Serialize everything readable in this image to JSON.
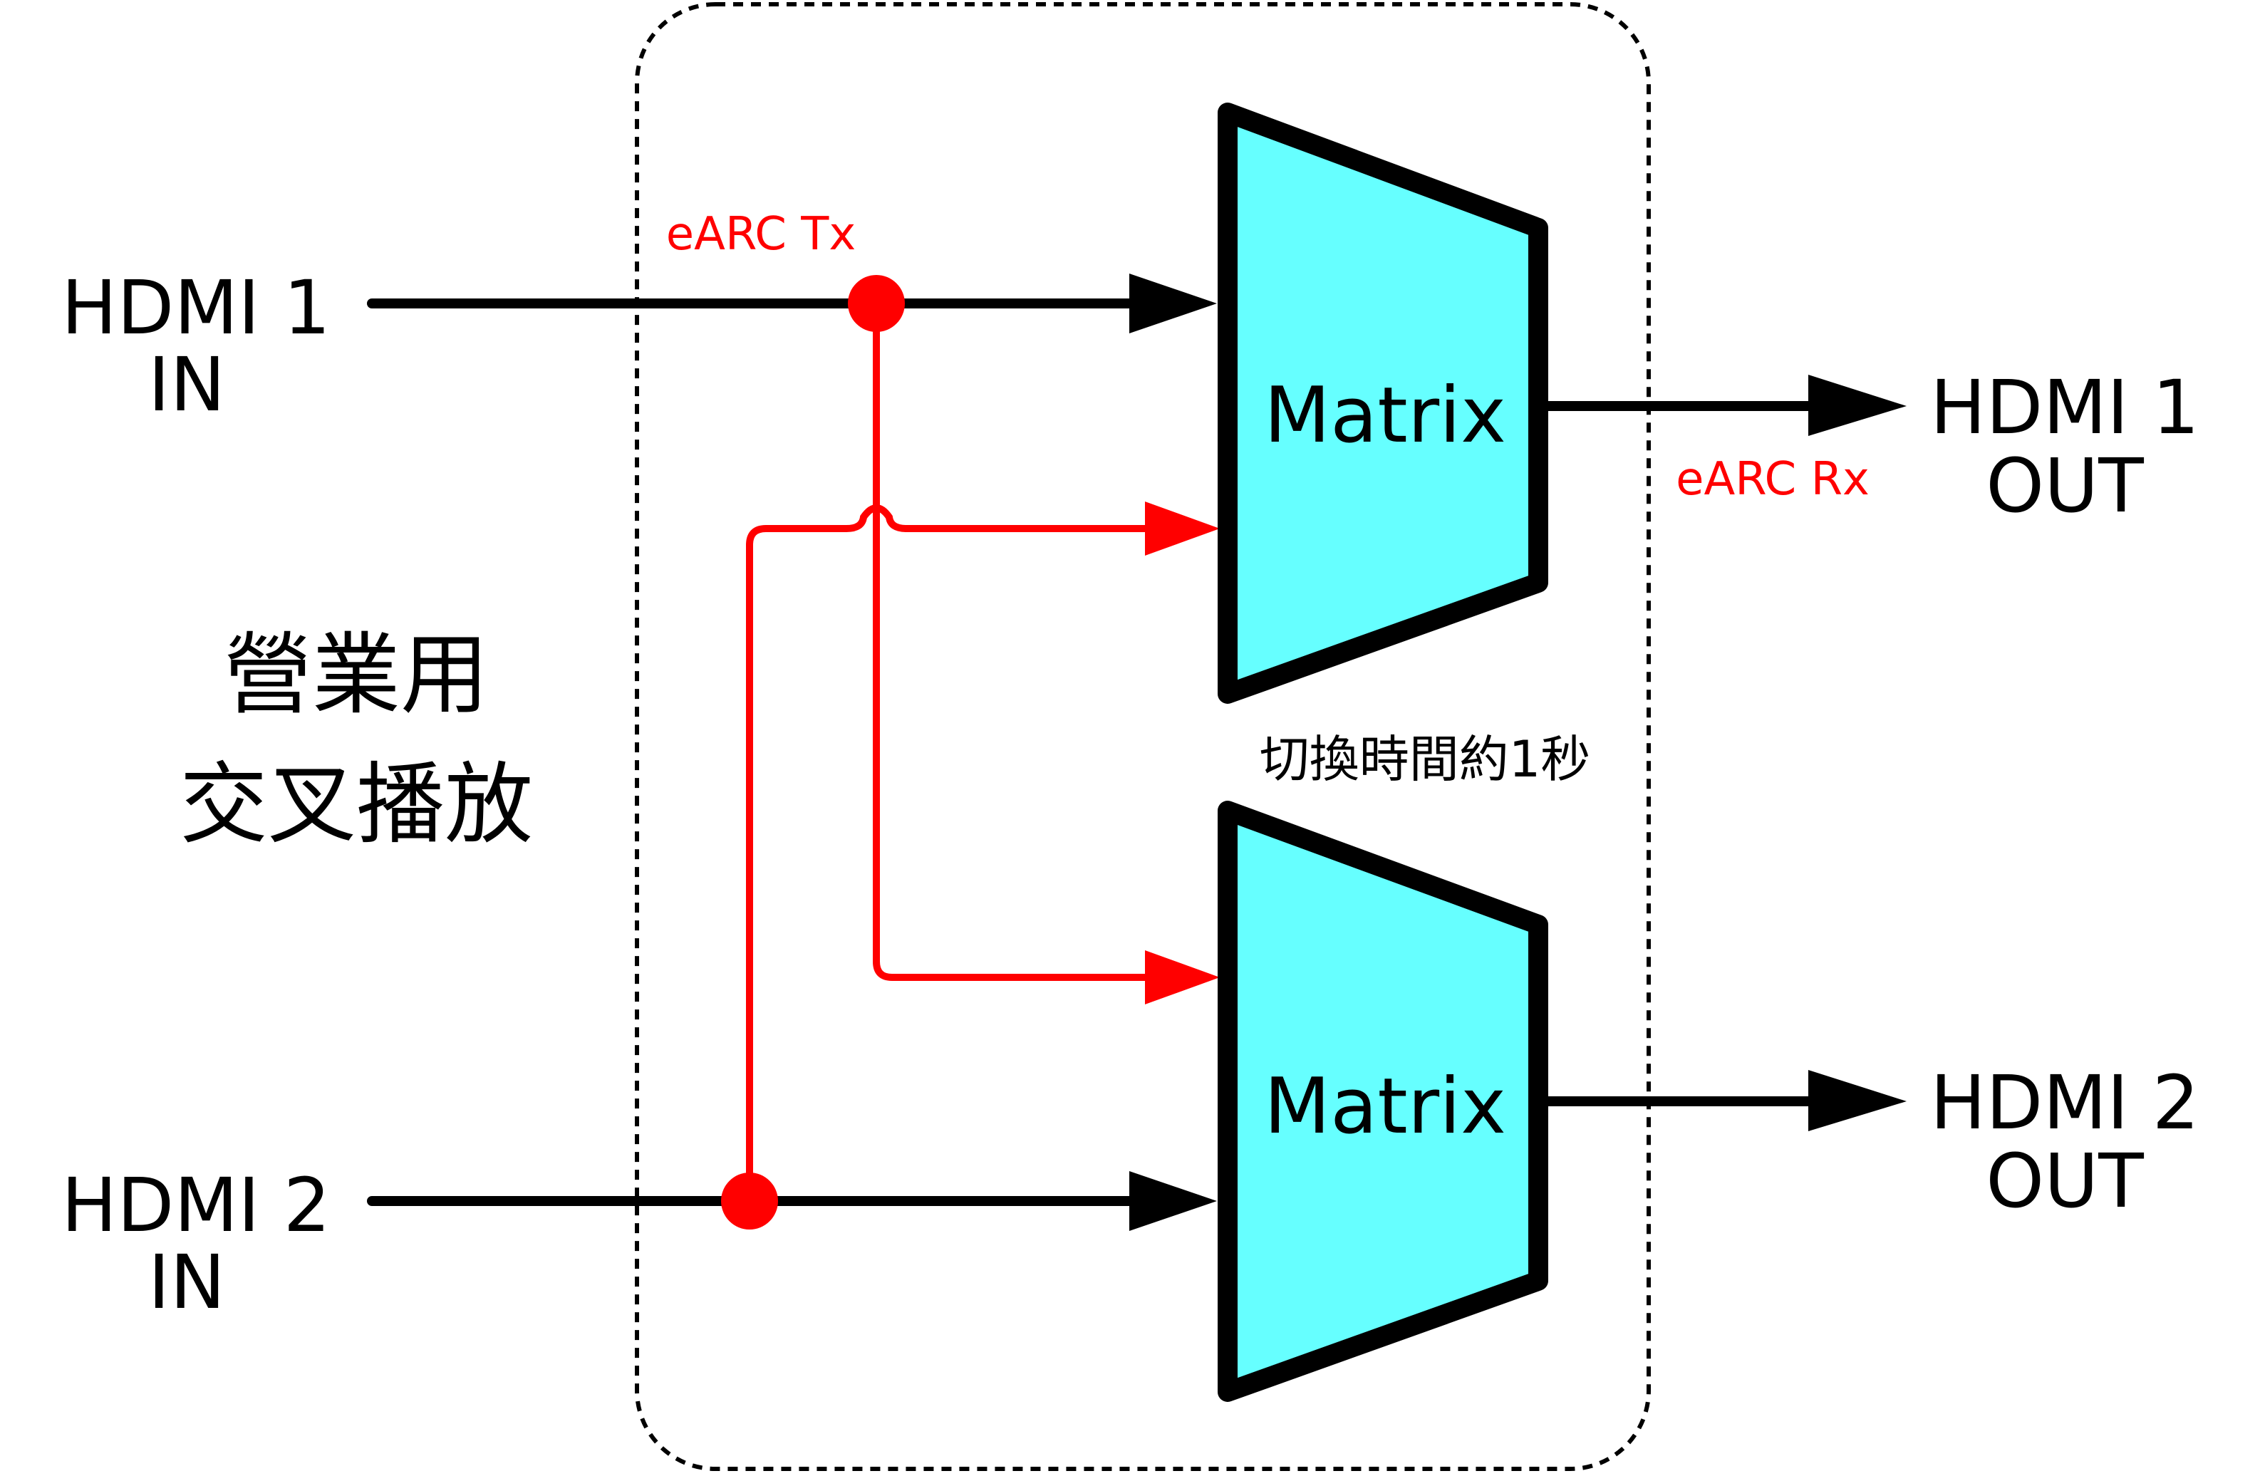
{
  "inputs": {
    "hdmi1_in": {
      "line1": "HDMI 1",
      "line2": "IN"
    },
    "hdmi2_in": {
      "line1": "HDMI 2",
      "line2": "IN"
    }
  },
  "outputs": {
    "hdmi1_out": {
      "line1": "HDMI 1",
      "line2": "OUT"
    },
    "hdmi2_out": {
      "line1": "HDMI 2",
      "line2": "OUT"
    }
  },
  "matrix": {
    "top_label": "Matrix",
    "bottom_label": "Matrix"
  },
  "earc": {
    "tx_label": "eARC Tx",
    "rx_label": "eARC Rx"
  },
  "side_note": {
    "line1": "營業用",
    "line2": "交叉播放"
  },
  "switch_note": "切換時間約1秒",
  "colors": {
    "matrix_fill": "#66ffff",
    "signal_black": "#000000",
    "earc_red": "#ff0000",
    "boundary_dash": "#000000"
  }
}
